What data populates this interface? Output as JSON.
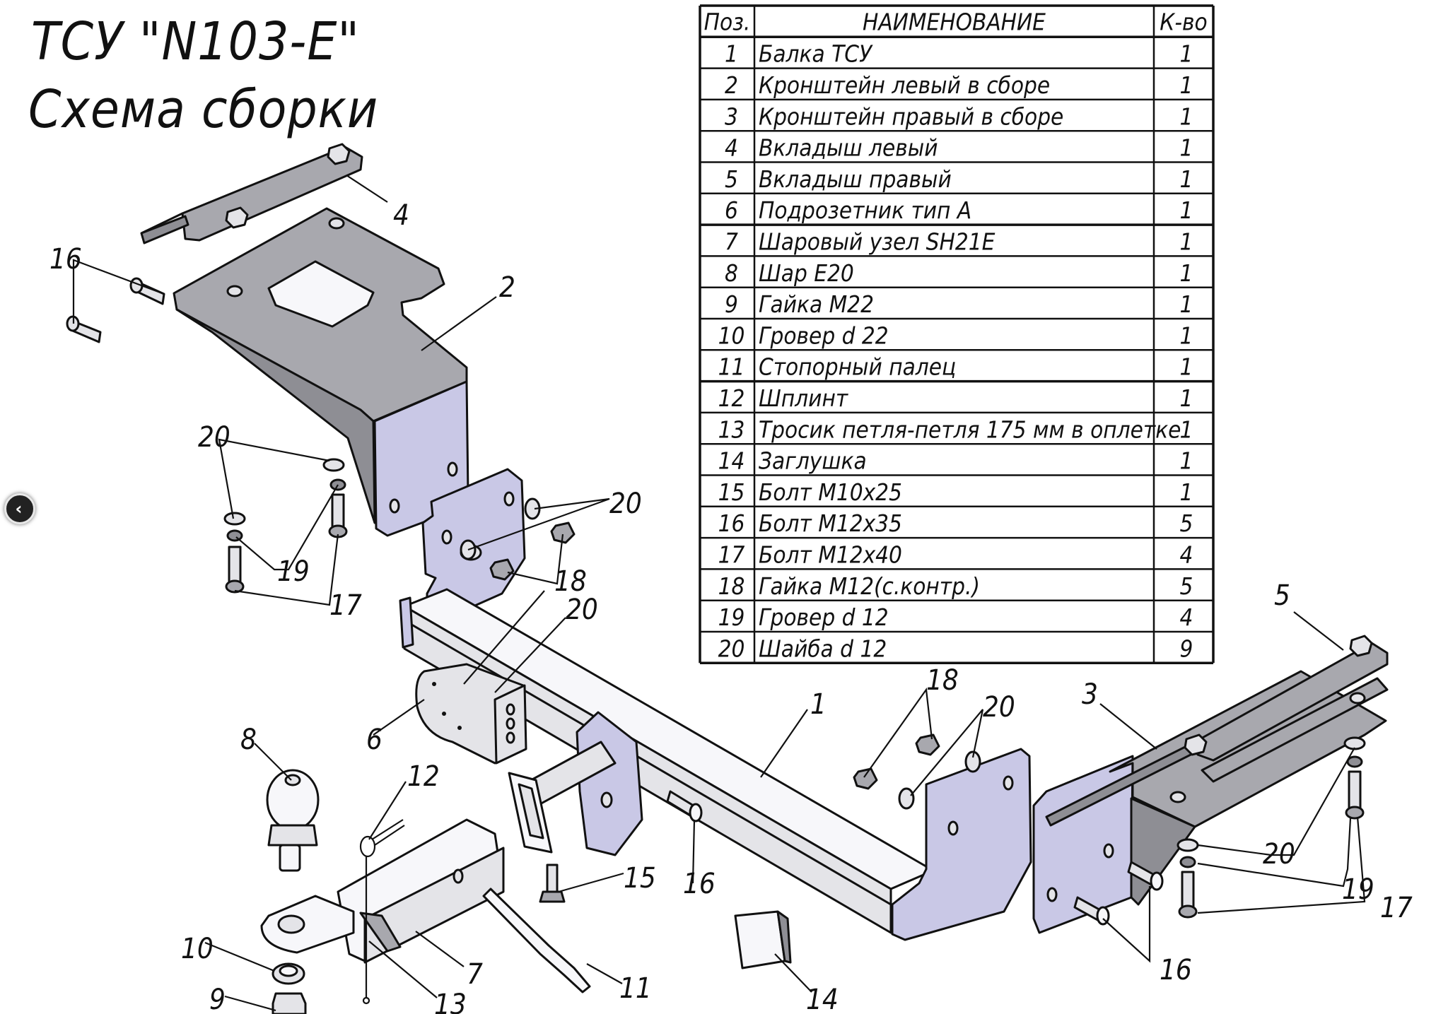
{
  "title": {
    "line1": "ТСУ \"N103-E\"",
    "line2": "Схема сборки"
  },
  "navigation": {
    "prev_icon": "chevron-left-icon",
    "prev_glyph": "‹"
  },
  "parts_table": {
    "headers": {
      "pos": "Поз.",
      "name": "НАИМЕНОВАНИЕ",
      "qty": "К-во"
    },
    "rows": [
      {
        "pos": "1",
        "name": "Балка ТСУ",
        "qty": "1"
      },
      {
        "pos": "2",
        "name": "Кронштейн левый в сборе",
        "qty": "1"
      },
      {
        "pos": "3",
        "name": "Кронштейн правый в сборе",
        "qty": "1"
      },
      {
        "pos": "4",
        "name": "Вкладыш левый",
        "qty": "1"
      },
      {
        "pos": "5",
        "name": "Вкладыш правый",
        "qty": "1"
      },
      {
        "pos": "6",
        "name": "Подрозетник тип А",
        "qty": "1"
      },
      {
        "pos": "7",
        "name": "Шаровый узел SH21E",
        "qty": "1"
      },
      {
        "pos": "8",
        "name": "Шар Е20",
        "qty": "1"
      },
      {
        "pos": "9",
        "name": "Гайка М22",
        "qty": "1"
      },
      {
        "pos": "10",
        "name": "Гровер d 22",
        "qty": "1"
      },
      {
        "pos": "11",
        "name": "Стопорный палец",
        "qty": "1"
      },
      {
        "pos": "12",
        "name": "Шплинт",
        "qty": "1"
      },
      {
        "pos": "13",
        "name": "Тросик петля-петля 175 мм в оплетке",
        "qty": "1"
      },
      {
        "pos": "14",
        "name": "Заглушка",
        "qty": "1"
      },
      {
        "pos": "15",
        "name": "Болт М10х25",
        "qty": "1"
      },
      {
        "pos": "16",
        "name": "Болт М12х35",
        "qty": "5"
      },
      {
        "pos": "17",
        "name": "Болт М12х40",
        "qty": "4"
      },
      {
        "pos": "18",
        "name": "Гайка М12(с.контр.)",
        "qty": "5"
      },
      {
        "pos": "19",
        "name": "Гровер d 12",
        "qty": "4"
      },
      {
        "pos": "20",
        "name": "Шайба d 12",
        "qty": "9"
      }
    ]
  },
  "callouts": {
    "c4": "4",
    "c2": "2",
    "c16a": "16",
    "c20a": "20",
    "c19a": "19",
    "c17a": "17",
    "c20b": "20",
    "c18a": "18",
    "c20c": "20",
    "c6": "6",
    "c8": "8",
    "c12": "12",
    "c15": "15",
    "c16b": "16",
    "c1": "1",
    "c18b": "18",
    "c20d": "20",
    "c3": "3",
    "c5": "5",
    "c20e": "20",
    "c19b": "19",
    "c17b": "17",
    "c16c": "16",
    "c14": "14",
    "c10": "10",
    "c7": "7",
    "c9": "9",
    "c13": "13",
    "c11": "11"
  },
  "colors": {
    "plate_gray": "#a8a8ae",
    "face_lavender": "#c9c8e6",
    "outline": "#111111",
    "nav_button": "#222222"
  }
}
